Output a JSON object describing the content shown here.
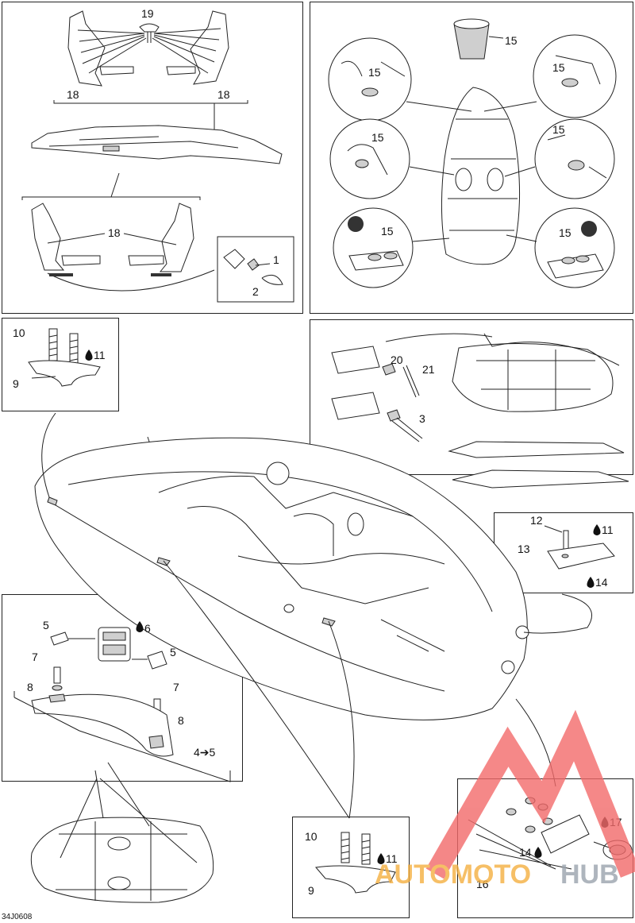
{
  "diagram": {
    "callouts": {
      "p1": [
        "19",
        "18",
        "18",
        "18",
        "1",
        "2"
      ],
      "p2": [
        "15",
        "15",
        "15",
        "15",
        "15",
        "15",
        "15"
      ],
      "p3": [
        "10",
        "11",
        "9"
      ],
      "p4": [
        "20",
        "21",
        "3"
      ],
      "p5": [
        "12",
        "11",
        "13",
        "14"
      ],
      "p6": [
        "5",
        "6",
        "7",
        "5",
        "8",
        "7",
        "8",
        "4➔5"
      ],
      "p7": [
        "10",
        "11",
        "9"
      ],
      "p8": [
        "17",
        "14",
        "16"
      ]
    },
    "reference_code": "34J0608",
    "watermark": {
      "word_a": "AUTOMOTO",
      "word_b": "HUB",
      "color_a": "#f5b041",
      "color_b": "#9aa3ad",
      "triangle_color": "#f26a6a"
    }
  }
}
